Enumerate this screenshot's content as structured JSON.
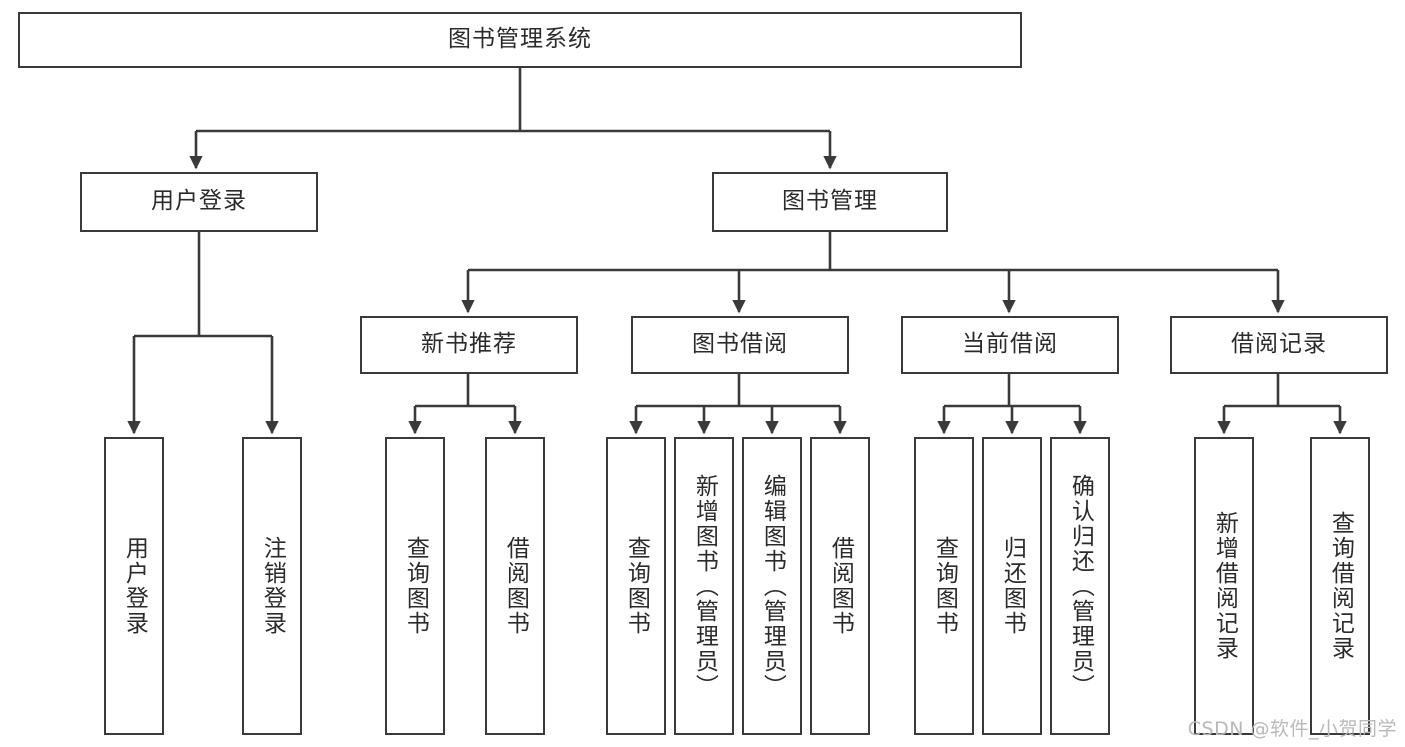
{
  "diagram": {
    "title": "图书管理系统",
    "type": "tree-hierarchy",
    "stroke_color": "#3a3a3a",
    "background_color": "#ffffff",
    "root": {
      "label": "图书管理系统"
    },
    "level2": [
      {
        "label": "用户登录"
      },
      {
        "label": "图书管理"
      }
    ],
    "level3": [
      {
        "label": "新书推荐"
      },
      {
        "label": "图书借阅"
      },
      {
        "label": "当前借阅"
      },
      {
        "label": "借阅记录"
      }
    ],
    "leaves": {
      "user_login": [
        {
          "label": "用户登录"
        },
        {
          "label": "注销登录"
        }
      ],
      "new_book_recommend": [
        {
          "label": "查询图书"
        },
        {
          "label": "借阅图书"
        }
      ],
      "book_borrow": [
        {
          "label": "查询图书"
        },
        {
          "label": "新增图书（管理员）"
        },
        {
          "label": "编辑图书（管理员）"
        },
        {
          "label": "借阅图书"
        }
      ],
      "current_borrow": [
        {
          "label": "查询图书"
        },
        {
          "label": "归还图书"
        },
        {
          "label": "确认归还（管理员）"
        }
      ],
      "borrow_record": [
        {
          "label": "新增借阅记录"
        },
        {
          "label": "查询借阅记录"
        }
      ]
    }
  },
  "watermark": {
    "text": "CSDN @软件_小贺同学",
    "color": "#b9b9b9"
  }
}
